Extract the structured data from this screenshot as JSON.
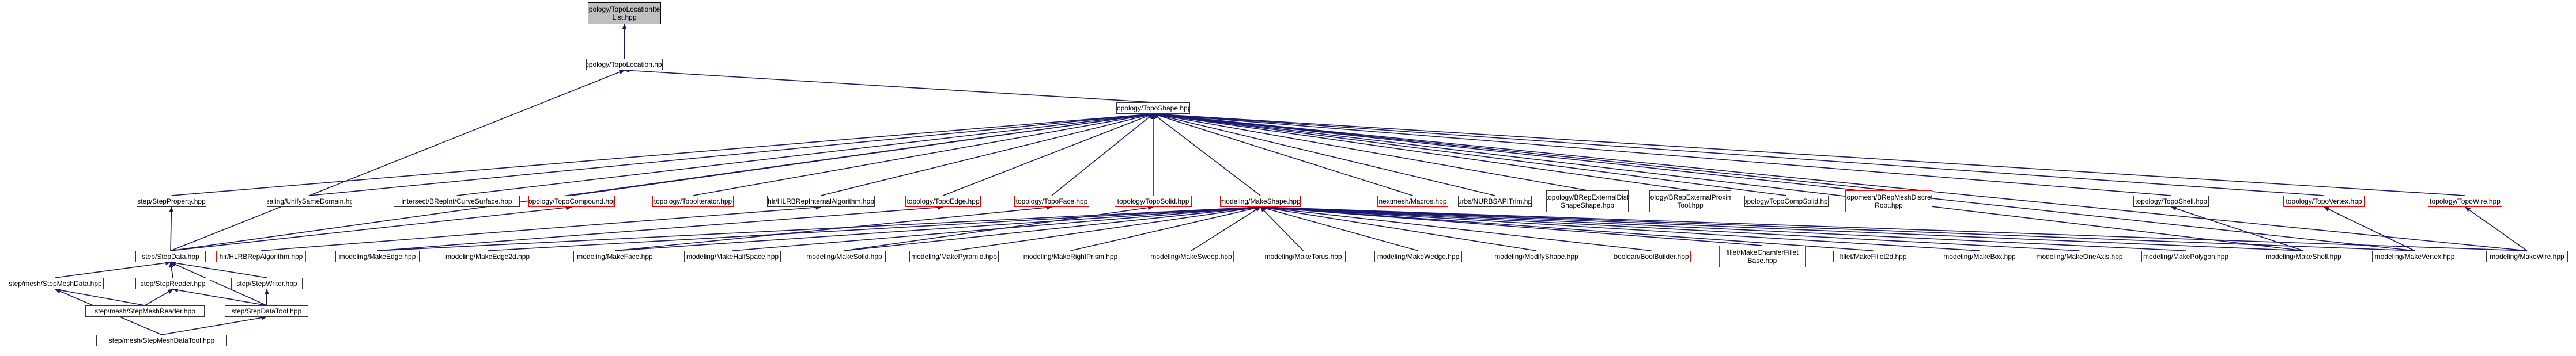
{
  "colors": {
    "edge": "#191970",
    "normal_border": "#333333",
    "missing_border": "#ff0000",
    "root_fill": "#bfbfbf"
  },
  "nodes": {
    "root": {
      "label": "topology/TopoLocationItem\nList.hpp",
      "style": "root"
    },
    "toploc": {
      "label": "topology/TopoLocation.hpp",
      "style": "normal"
    },
    "shape": {
      "label": "topology/TopoShape.hpp",
      "style": "normal"
    },
    "stepprop": {
      "label": "step/StepProperty.hpp",
      "style": "normal"
    },
    "healing": {
      "label": "healing/UnifySameDomain.hpp",
      "style": "normal"
    },
    "intersect": {
      "label": "intersect/BRepInt/CurveSurface.hpp",
      "style": "normal"
    },
    "compound": {
      "label": "topology/TopoCompound.hpp",
      "style": "red"
    },
    "iterator": {
      "label": "topology/TopoIterator.hpp",
      "style": "red"
    },
    "hlrint": {
      "label": "hlr/HLRBRepInternalAlgorithm.hpp",
      "style": "normal"
    },
    "edge": {
      "label": "topology/TopoEdge.hpp",
      "style": "red"
    },
    "face": {
      "label": "topology/TopoFace.hpp",
      "style": "red"
    },
    "solid": {
      "label": "topology/TopoSolid.hpp",
      "style": "red"
    },
    "makeshape": {
      "label": "modeling/MakeShape.hpp",
      "style": "red"
    },
    "macros": {
      "label": "nextmesh/Macros.hpp",
      "style": "red"
    },
    "nurbs": {
      "label": "nurbs/NURBSAPITrim.hpp",
      "style": "normal"
    },
    "extshape": {
      "label": "topology/BRepExternalDist\nShapeShape.hpp",
      "style": "normal"
    },
    "extprox": {
      "label": "topology/BRepExternalProximity\nTool.hpp",
      "style": "normal"
    },
    "compsolid": {
      "label": "topology/TopoCompSolid.hpp",
      "style": "normal"
    },
    "discret": {
      "label": "topomesh/BRepMeshDiscret\nRoot.hpp",
      "style": "red"
    },
    "shell": {
      "label": "topology/TopoShell.hpp",
      "style": "normal"
    },
    "vertex": {
      "label": "topology/TopoVertex.hpp",
      "style": "red"
    },
    "wire": {
      "label": "topology/TopoWire.hpp",
      "style": "red"
    },
    "stepdata": {
      "label": "step/StepData.hpp",
      "style": "normal"
    },
    "hlralgo": {
      "label": "hlr/HLRBRepAlgorithm.hpp",
      "style": "red"
    },
    "mkedge": {
      "label": "modeling/MakeEdge.hpp",
      "style": "normal"
    },
    "mkedge2d": {
      "label": "modeling/MakeEdge2d.hpp",
      "style": "normal"
    },
    "mkface": {
      "label": "modeling/MakeFace.hpp",
      "style": "normal"
    },
    "mkhalf": {
      "label": "modeling/MakeHalfSpace.hpp",
      "style": "normal"
    },
    "mksolid": {
      "label": "modeling/MakeSolid.hpp",
      "style": "normal"
    },
    "mkpyr": {
      "label": "modeling/MakePyramid.hpp",
      "style": "normal"
    },
    "mkright": {
      "label": "modeling/MakeRightPrism.hpp",
      "style": "normal"
    },
    "mksweep": {
      "label": "modeling/MakeSweep.hpp",
      "style": "red"
    },
    "mktorus": {
      "label": "modeling/MakeTorus.hpp",
      "style": "normal"
    },
    "mkwedge": {
      "label": "modeling/MakeWedge.hpp",
      "style": "normal"
    },
    "modify": {
      "label": "modeling/ModifyShape.hpp",
      "style": "red"
    },
    "boolean": {
      "label": "boolean/BoolBuilder.hpp",
      "style": "red"
    },
    "chamfer": {
      "label": "fillet/MakeChamferFillet\nBase.hpp",
      "style": "red"
    },
    "fillet2d": {
      "label": "fillet/MakeFillet2d.hpp",
      "style": "normal"
    },
    "mkbox": {
      "label": "modeling/MakeBox.hpp",
      "style": "normal"
    },
    "mkoneaxis": {
      "label": "modeling/MakeOneAxis.hpp",
      "style": "red"
    },
    "mkpoly": {
      "label": "modeling/MakePolygon.hpp",
      "style": "normal"
    },
    "mkshell": {
      "label": "modeling/MakeShell.hpp",
      "style": "normal"
    },
    "mkvertex": {
      "label": "modeling/MakeVertex.hpp",
      "style": "normal"
    },
    "mkwire": {
      "label": "modeling/MakeWire.hpp",
      "style": "normal"
    },
    "meshdata": {
      "label": "step/mesh/StepMeshData.hpp",
      "style": "normal"
    },
    "reader": {
      "label": "step/StepReader.hpp",
      "style": "normal"
    },
    "writer": {
      "label": "step/StepWriter.hpp",
      "style": "normal"
    },
    "meshreader": {
      "label": "step/mesh/StepMeshReader.hpp",
      "style": "normal"
    },
    "datatool": {
      "label": "step/StepDataTool.hpp",
      "style": "normal"
    },
    "meshtool": {
      "label": "step/mesh/StepMeshDataTool.hpp",
      "style": "normal"
    }
  },
  "edges": [
    [
      "toploc",
      "root"
    ],
    [
      "shape",
      "toploc"
    ],
    [
      "stepdata",
      "toploc"
    ],
    [
      "stepprop",
      "shape"
    ],
    [
      "healing",
      "shape"
    ],
    [
      "intersect",
      "shape"
    ],
    [
      "compound",
      "shape"
    ],
    [
      "iterator",
      "shape"
    ],
    [
      "hlrint",
      "shape"
    ],
    [
      "edge",
      "shape"
    ],
    [
      "face",
      "shape"
    ],
    [
      "solid",
      "shape"
    ],
    [
      "makeshape",
      "shape"
    ],
    [
      "macros",
      "shape"
    ],
    [
      "nurbs",
      "shape"
    ],
    [
      "extshape",
      "shape"
    ],
    [
      "extprox",
      "shape"
    ],
    [
      "compsolid",
      "shape"
    ],
    [
      "discret",
      "shape"
    ],
    [
      "shell",
      "shape"
    ],
    [
      "vertex",
      "shape"
    ],
    [
      "wire",
      "shape"
    ],
    [
      "stepdata",
      "shape"
    ],
    [
      "mkshell",
      "shape"
    ],
    [
      "mkvertex",
      "shape"
    ],
    [
      "mkwire",
      "shape"
    ],
    [
      "stepdata",
      "stepprop"
    ],
    [
      "stepdata",
      "compound"
    ],
    [
      "hlralgo",
      "hlrint"
    ],
    [
      "mkedge",
      "makeshape"
    ],
    [
      "mkedge2d",
      "makeshape"
    ],
    [
      "mkface",
      "makeshape"
    ],
    [
      "mkhalf",
      "makeshape"
    ],
    [
      "mksolid",
      "makeshape"
    ],
    [
      "mkpyr",
      "makeshape"
    ],
    [
      "mkright",
      "makeshape"
    ],
    [
      "mksweep",
      "makeshape"
    ],
    [
      "mktorus",
      "makeshape"
    ],
    [
      "mkwedge",
      "makeshape"
    ],
    [
      "modify",
      "makeshape"
    ],
    [
      "boolean",
      "makeshape"
    ],
    [
      "chamfer",
      "makeshape"
    ],
    [
      "fillet2d",
      "makeshape"
    ],
    [
      "mkbox",
      "makeshape"
    ],
    [
      "mkoneaxis",
      "makeshape"
    ],
    [
      "mkpoly",
      "makeshape"
    ],
    [
      "mkshell",
      "makeshape"
    ],
    [
      "mkvertex",
      "makeshape"
    ],
    [
      "mkwire",
      "makeshape"
    ],
    [
      "mkedge",
      "edge"
    ],
    [
      "mkface",
      "face"
    ],
    [
      "mksolid",
      "solid"
    ],
    [
      "mkshell",
      "shell"
    ],
    [
      "mkvertex",
      "vertex"
    ],
    [
      "mkwire",
      "wire"
    ],
    [
      "meshdata",
      "stepdata"
    ],
    [
      "reader",
      "stepdata"
    ],
    [
      "writer",
      "stepdata"
    ],
    [
      "datatool",
      "stepdata"
    ],
    [
      "meshreader",
      "meshdata"
    ],
    [
      "meshtool",
      "meshdata"
    ],
    [
      "meshreader",
      "reader"
    ],
    [
      "datatool",
      "reader"
    ],
    [
      "datatool",
      "writer"
    ],
    [
      "meshtool",
      "datatool"
    ]
  ]
}
